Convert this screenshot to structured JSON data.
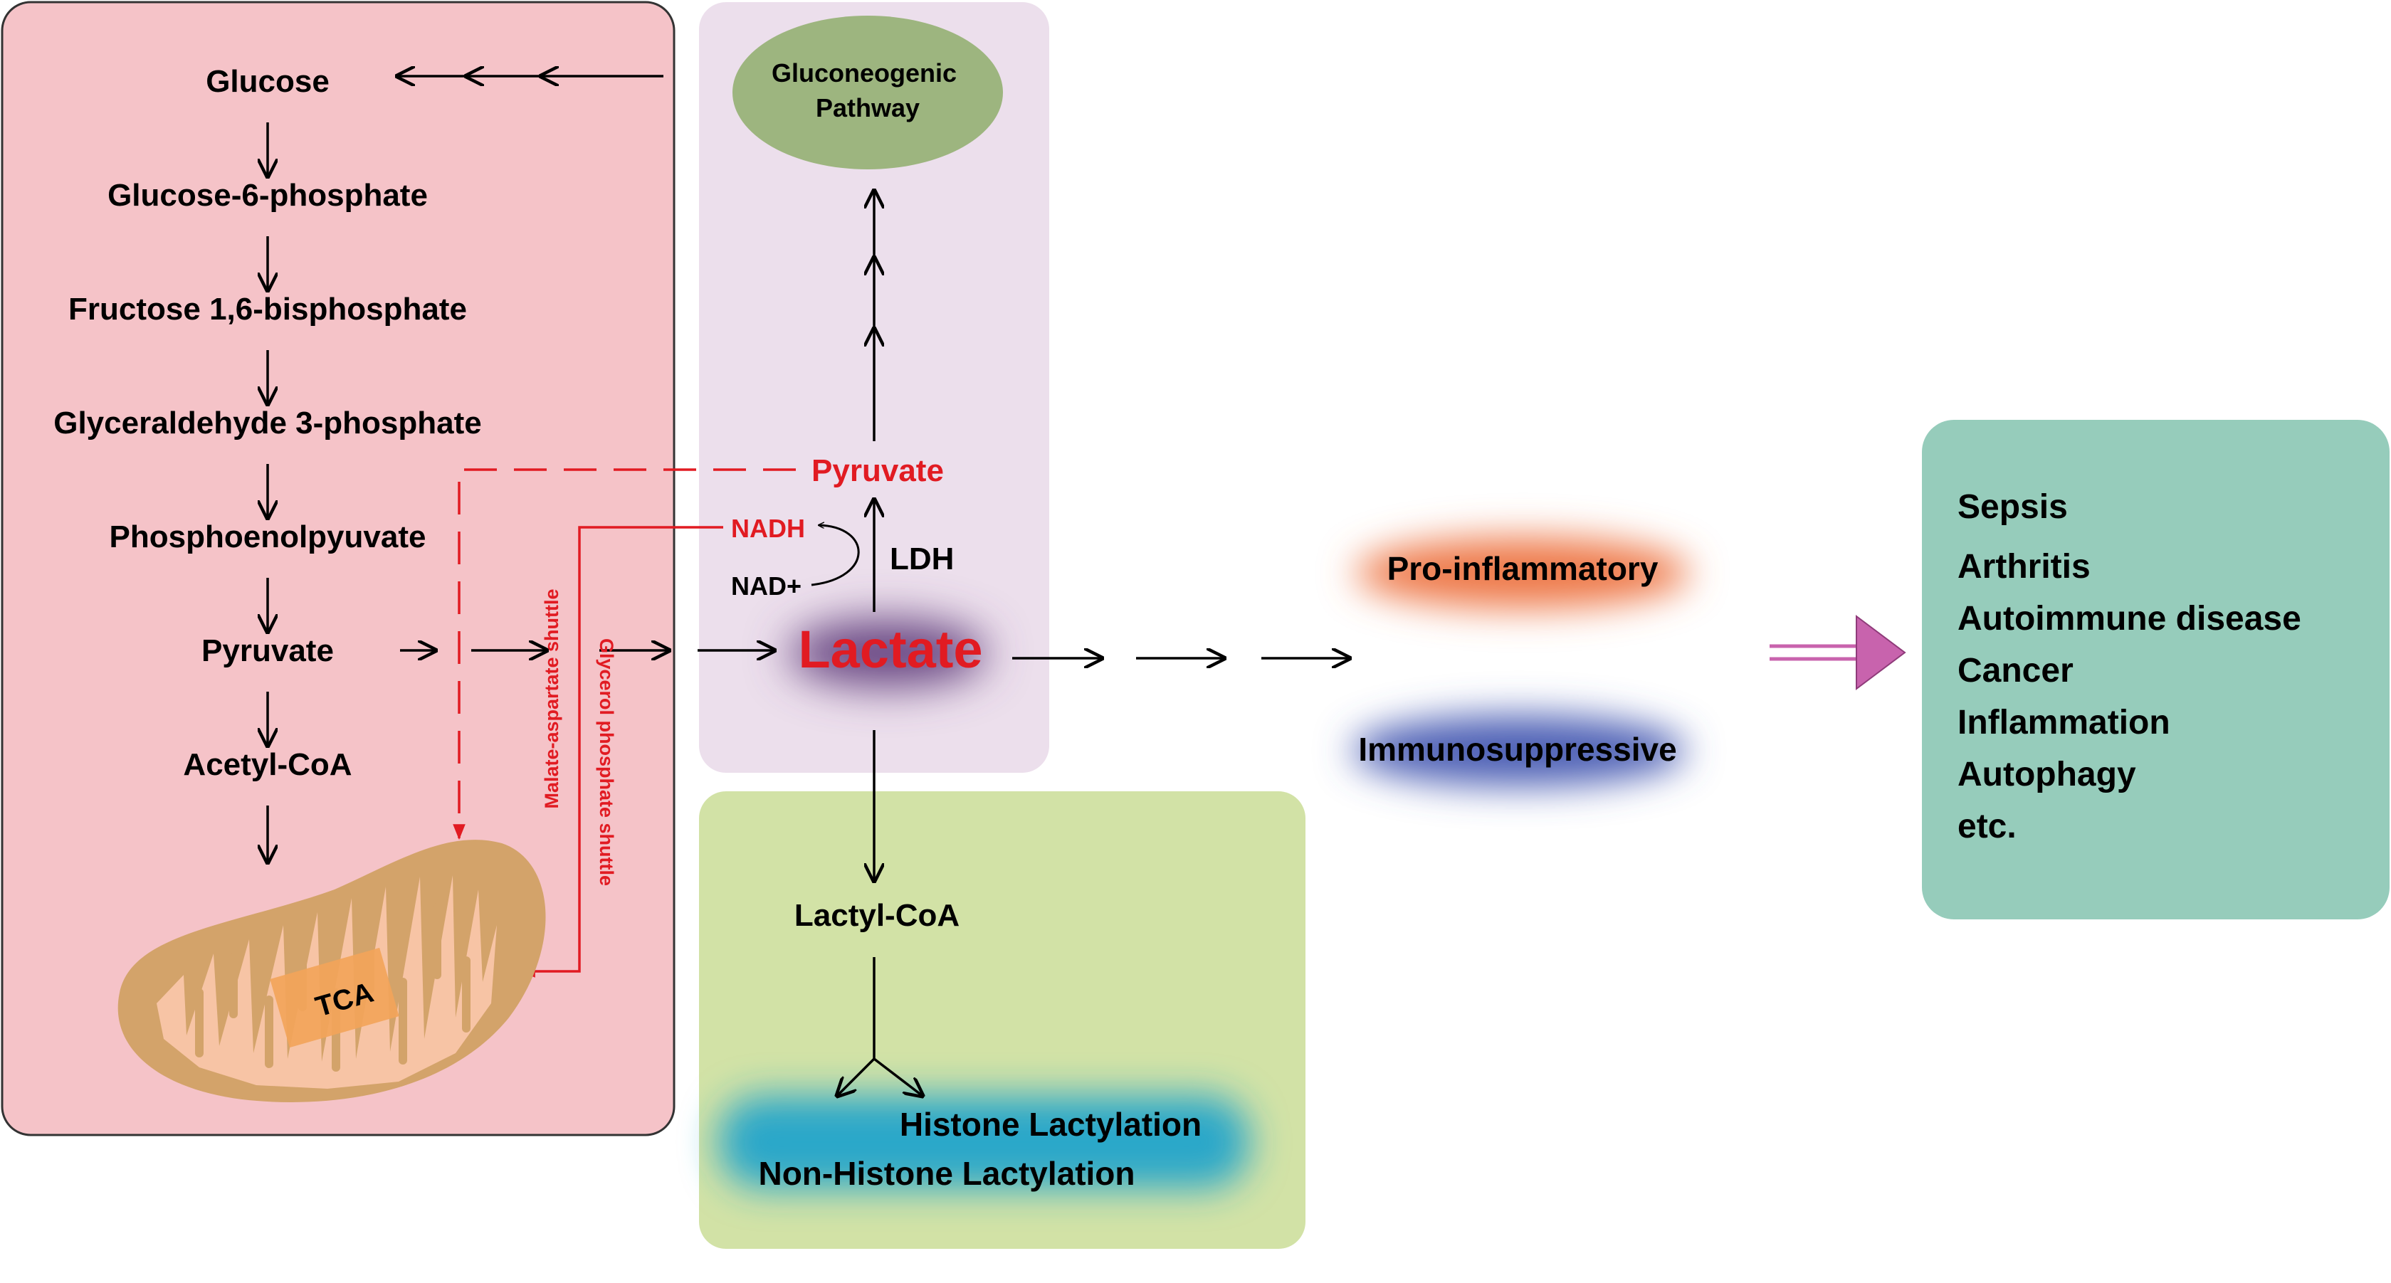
{
  "colors": {
    "glycolysis_panel": "#f5c3c8",
    "gluconeogenesis_panel": "#ecdfec",
    "lactylation_panel": "#d2e2a6",
    "disease_panel": "#96ccbb",
    "gluconeogenic_ellipse": "#9db57f",
    "accent_red": "#e11b22",
    "lactate_glow": "#6b4a84",
    "proinflammatory_glow": "#ee7a4c",
    "immunosuppressive_glow": "#4f62b6",
    "lactylation_glow": "#2aa7c9",
    "mitochondrion": "#d3a36a",
    "mitochondrion_inner": "#f7c4a5",
    "tca_box": "#f2a45a",
    "big_arrow": "#c863ad"
  },
  "glycolysis": {
    "steps": [
      "Glucose",
      "Glucose-6-phosphate",
      "Fructose 1,6-bisphosphate",
      "Glyceraldehyde 3-phosphate",
      "Phosphoenolpyuvate",
      "Pyruvate",
      "Acetyl-CoA"
    ],
    "tca_label": "TCA"
  },
  "shuttles": {
    "malate_aspartate": "Malate-aspartate shuttle",
    "glycerol_phosphate": "Glycerol phosphate shuttle"
  },
  "center": {
    "gluconeogenic_pathway": [
      "Gluconeogenic",
      "Pathway"
    ],
    "pyruvate": "Pyruvate",
    "nadh": "NADH",
    "nad_plus": "NAD+",
    "ldh": "LDH",
    "lactate": "Lactate"
  },
  "lactylation": {
    "lactyl_coa": "Lactyl-CoA",
    "histone": "Histone Lactylation",
    "non_histone": "Non-Histone Lactylation"
  },
  "effects": {
    "pro_inflammatory": "Pro-inflammatory",
    "immunosuppressive": "Immunosuppressive"
  },
  "diseases": [
    "Sepsis",
    "Arthritis",
    "Autoimmune disease",
    "Cancer",
    "Inflammation",
    "Autophagy",
    "etc."
  ]
}
